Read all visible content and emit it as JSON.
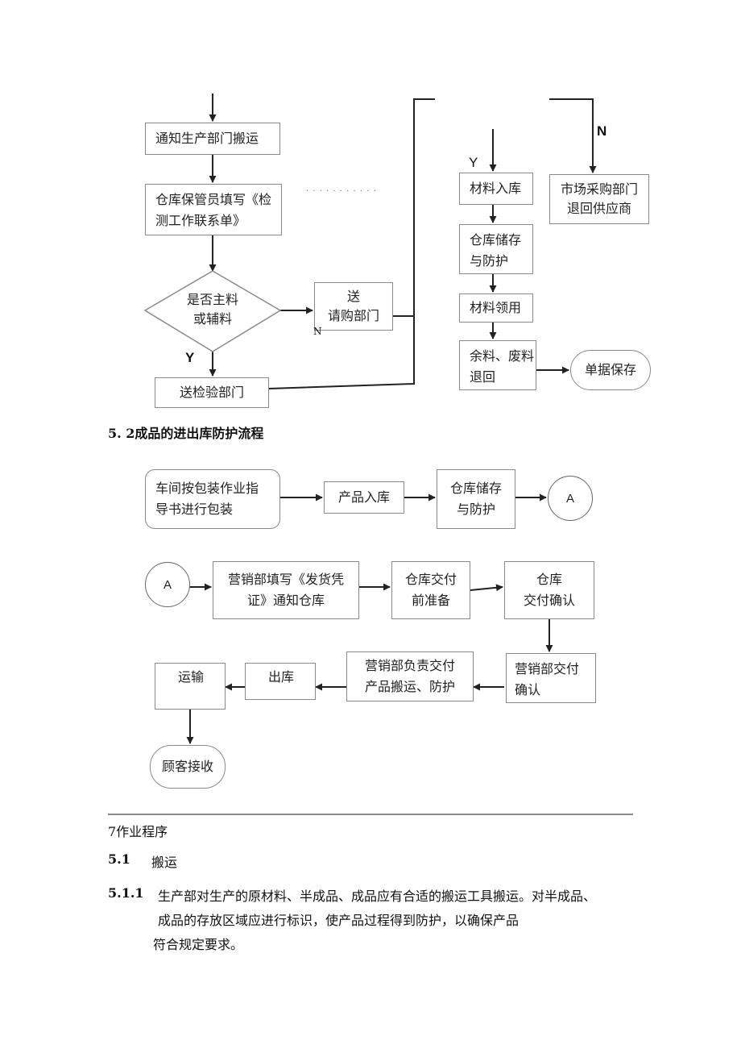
{
  "flow1": {
    "notify": "通知生产部门搬运",
    "fill_form": [
      "仓库保管员填写《检",
      "测工作联系单》"
    ],
    "decision": [
      "是否主料",
      "或辅料"
    ],
    "to_purchase": [
      "送",
      "请购部门"
    ],
    "to_inspect": "送检验部门",
    "stock_in": "材料入库",
    "storage": [
      "仓库储存",
      "与防护"
    ],
    "requisition": "材料领用",
    "return_scrap": [
      "余料、废料",
      "退回"
    ],
    "doc_keep": "单据保存",
    "return_supplier": [
      "市场采购部门",
      "退回供应商"
    ],
    "label_y": "Y",
    "label_y2": "Y",
    "label_n": "N",
    "label_n_small": "N",
    "dots": "· · · · · · · · · · ·"
  },
  "section_52": "5.  2成品的进出库防护流程",
  "flow2": {
    "pack": [
      "车间按包装作业指",
      "导书进行包装"
    ],
    "product_in": "产品入库",
    "storage": [
      "仓库储存",
      "与防护"
    ],
    "connector_a1": "A",
    "connector_a2": "A",
    "fill_voucher": [
      "营销部填写《发货凭",
      "证》通知仓库"
    ],
    "pre_delivery": [
      "仓库交付",
      "前准备"
    ],
    "confirm": [
      "仓库",
      "交付确认"
    ],
    "sales_confirm": [
      "营销部交付",
      "确认"
    ],
    "sales_handle": [
      "营销部负责交付",
      "产品搬运、防护"
    ],
    "out": "出库",
    "transport": "运输",
    "customer": "顾客接收"
  },
  "text": {
    "sec7": "7作业程序",
    "sec51_num": "5.1",
    "sec51_title": "搬运",
    "sec511_num": "5.1.1",
    "sec511_line1": "生产部对生产的原材料、半成品、成品应有合适的搬运工具搬运。对半成品、",
    "sec511_line2": "成品的存放区域应进行标识，使产品过程得到防护，以确保产品",
    "sec511_line3": "符合规定要求。"
  }
}
